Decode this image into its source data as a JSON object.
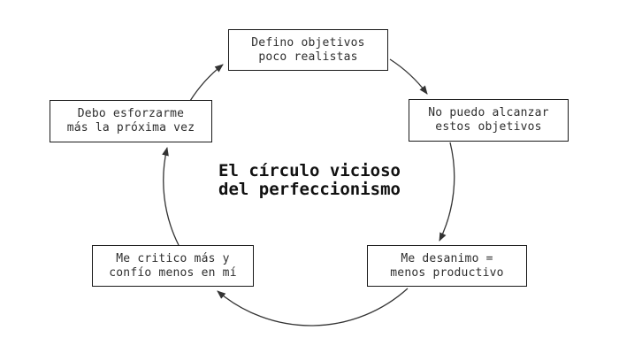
{
  "diagram": {
    "title": "El círculo vicioso\ndel perfeccionismo",
    "nodes": [
      {
        "name": "define-unrealistic-goals",
        "text": "Defino objetivos\npoco realistas"
      },
      {
        "name": "cant-reach-goals",
        "text": "No puedo alcanzar\nestos objetivos"
      },
      {
        "name": "discouraged-less-productive",
        "text": "Me desanimo =\nmenos productivo"
      },
      {
        "name": "self-criticism-less-confidence",
        "text": "Me critico más y\nconfío menos en mí"
      },
      {
        "name": "must-try-harder-next-time",
        "text": "Debo esforzarme\nmás la próxima vez"
      }
    ],
    "colors": {
      "background": "#ffffff",
      "box_border": "#1a1a1a",
      "text": "#2e2e2e",
      "arrow": "#333333"
    }
  }
}
